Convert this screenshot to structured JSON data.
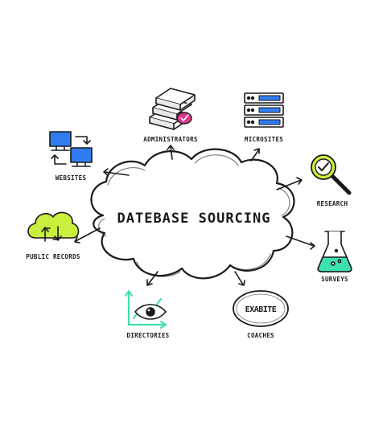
{
  "diagram": {
    "title": "DATEBASE SOURCING",
    "nodes": {
      "administrators": "ADMINISTRATORS",
      "microsites": "MICROSITES",
      "websites": "WEBSITES",
      "research": "RESEARCH",
      "public_records": "PUBLIC RECORDS",
      "surveys": "SURVEYS",
      "directories": "DIRECTORIES",
      "coaches": "COACHES"
    },
    "coaches_badge_text": "EXABITE"
  },
  "colors": {
    "ink": "#1a1a1a",
    "blue": "#2f7df0",
    "lime": "#c8f03c",
    "aqua": "#3ee0b0",
    "pink": "#ff2f8f",
    "magenta": "#e0348c",
    "green_light": "#aef0c8"
  },
  "icons": {
    "administrators": "stacked-servers-check-icon",
    "microsites": "server-rack-icon",
    "websites": "connected-computers-icon",
    "research": "magnifier-check-icon",
    "public_records": "cloud-sync-icon",
    "surveys": "flask-icon",
    "directories": "chart-eye-icon",
    "coaches": "oval-badge-icon"
  }
}
